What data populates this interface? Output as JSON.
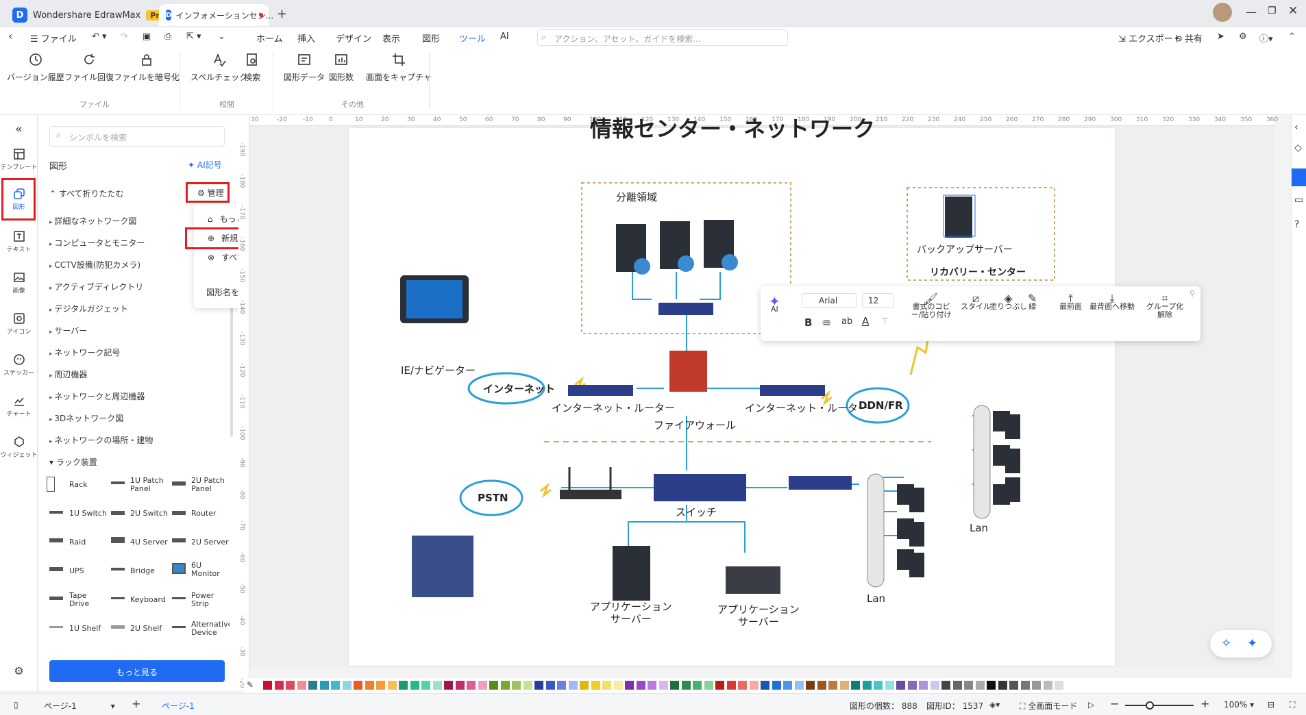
{
  "app": {
    "name": "Wondershare EdrawMax",
    "badge": "Pro",
    "doc_tab": "インフォメーションセン..."
  },
  "menu": {
    "file": "ファイル",
    "items": [
      "ホーム",
      "挿入",
      "デザイン",
      "表示",
      "図形",
      "ツール"
    ],
    "ai": "AI",
    "ai_badge": "hot",
    "search_placeholder": "アクション、アセット、ガイドを検索...",
    "export": "エクスポート",
    "share": "共有"
  },
  "ribbon": {
    "buttons": [
      "バージョン履歴",
      "ファイル回復",
      "ファイルを暗号化",
      "スペルチェック",
      "検索",
      "図形データ",
      "図形数",
      "画面をキャプチャ"
    ],
    "groups": [
      "ファイル",
      "校閲",
      "その他"
    ]
  },
  "rail": [
    "テンプレート",
    "図形",
    "テキスト",
    "画像",
    "アイコン",
    "ステッカー",
    "チャート",
    "ウィジェット"
  ],
  "library": {
    "search_placeholder": "シンボルを検索",
    "title": "図形",
    "ai_symbol": "AI記号",
    "collapse_all": "すべて折りたたむ",
    "manage": "管理",
    "categories": [
      "詳細なネットワーク図",
      "コンピュータとモニター",
      "CCTV設備(防犯カメラ)",
      "アクティブディレクトリ",
      "デジタルガジェット",
      "サーバー",
      "ネットワーク記号",
      "周辺機器",
      "ネットワークと周辺機器",
      "3Dネットワーク図",
      "ネットワークの場所・建物"
    ],
    "open_category": "ラック装置",
    "symbols": [
      "Rack",
      "1U Patch Panel",
      "2U Patch Panel",
      "1U Switch",
      "2U Switch",
      "Router",
      "Raid",
      "4U Server",
      "2U Server",
      "UPS",
      "Bridge",
      "6U Monitor",
      "Tape Drive",
      "Keyboard",
      "Power Strip",
      "1U Shelf",
      "2U Shelf",
      "Alternative Device"
    ],
    "more_button": "もっと見る"
  },
  "popup": {
    "more": "もっと見る",
    "new_library": "新規ライブラリ",
    "close_all": "すべてのライブラリを閉じる",
    "show_names": "図形名を表示"
  },
  "diagram": {
    "title": "情報センター・ネットワーク",
    "dmz": "分離領域",
    "backup_server": "バックアップサーバー",
    "recovery": "リカバリー・センター",
    "ie": "IE/ナビゲーター",
    "internet": "インターネット",
    "router1": "インターネット・ルーター",
    "firewall": "ファイアウォール",
    "router2": "インターネット・ルーター",
    "ddn": "DDN/FR",
    "pstn": "PSTN",
    "switch": "スイッチ",
    "app_server1": "アプリケーション\nサーバー",
    "app_server2": "アプリケーション\nサーバー",
    "lan1": "Lan",
    "lan2": "Lan"
  },
  "float_toolbar": {
    "ai": "AI",
    "font": "Arial",
    "size": "12",
    "copy_format": "書式のコピー/貼り付け",
    "style": "スタイル",
    "fill": "塗りつぶし",
    "line": "線",
    "front": "最前面",
    "back": "最背面へ移動",
    "ungroup": "グループ化解除"
  },
  "ruler_h": [
    "30",
    "-20",
    "-10",
    "0",
    "10",
    "20",
    "30",
    "40",
    "50",
    "60",
    "70",
    "80",
    "90",
    "100",
    "110",
    "120",
    "130",
    "140",
    "150",
    "160",
    "170",
    "180",
    "190",
    "200",
    "210",
    "220",
    "230",
    "240",
    "250",
    "260",
    "270",
    "280",
    "290",
    "300",
    "310",
    "320",
    "330",
    "340",
    "350",
    "360"
  ],
  "ruler_v": [
    "-190",
    "-180",
    "-170",
    "-160",
    "-150",
    "-140",
    "-130",
    "-120",
    "-110",
    "-100",
    "-90",
    "-80",
    "-70",
    "-60",
    "-50",
    "-40",
    "-30",
    "-20"
  ],
  "status": {
    "page_select": "ページ-1",
    "page_tab": "ページ-1",
    "shape_count": "図形の個数： 888",
    "shape_id": "図形ID： 1537",
    "fullscreen": "全画面モード",
    "zoom": "100%"
  },
  "colors": {
    "accent": "#1f6cf2",
    "highlight": "#e02020"
  },
  "palette": [
    "#c8102e",
    "#d62a4a",
    "#e2475d",
    "#f08a9a",
    "#2e7d8f",
    "#2c98b2",
    "#43b8cc",
    "#8fd6e3",
    "#e85c24",
    "#f07d2b",
    "#f59c35",
    "#fbbd5a",
    "#1a9b6e",
    "#27b888",
    "#59cfa4",
    "#9ae3c6",
    "#a0164e",
    "#c22d6c",
    "#de5d94",
    "#f09fc0",
    "#5a8a1f",
    "#79a82e",
    "#9bc45a",
    "#c6e09a",
    "#2d3b9e",
    "#3e54c2",
    "#6a7fde",
    "#a8b6f0",
    "#e0b70d",
    "#f2cc2b",
    "#f7dd69",
    "#faeaa6",
    "#7b2fa8",
    "#9a47c6",
    "#bb7ade",
    "#dab5ef",
    "#1d6e3c",
    "#2b8c52",
    "#4cae70",
    "#8ccf9f",
    "#b81d1d",
    "#d93838",
    "#ea6a6a",
    "#f5a8a8",
    "#1458b0",
    "#1f72d6",
    "#4f95e6",
    "#94bff2",
    "#7a3d10",
    "#9c5420",
    "#c07a40",
    "#e0ad80",
    "#117a7a",
    "#1aa0a0",
    "#4ac4c4",
    "#93e0e0",
    "#6b4c9a",
    "#8a68b8",
    "#ae92d4",
    "#d4c4ec",
    "#444444",
    "#666666",
    "#888888",
    "#aaaaaa",
    "#111111",
    "#333333",
    "#555555",
    "#777777",
    "#999999",
    "#bbbbbb",
    "#dddddd"
  ]
}
